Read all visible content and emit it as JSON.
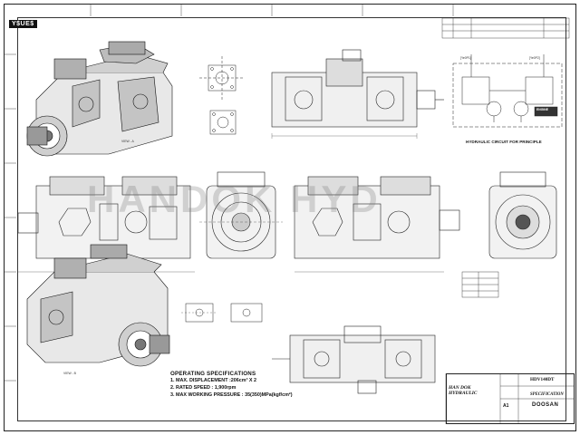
{
  "sheet": {
    "logo_top_left": "Y$UE$",
    "hydraulic_circuit_title": "HYDRAULIC CIRCUIT FOR PRINCIPLE",
    "circuit_tags": {
      "left": "[Ye0P1]",
      "right": "[Ye0P2]",
      "engine": "ENGINE"
    },
    "watermark": "HANDOK HYD",
    "view_labels": {
      "top_iso": "VIEW - A",
      "bottom_iso": "VIEW - B"
    },
    "colors": {
      "line": "#222222",
      "background": "#ffffff"
    }
  },
  "specifications": {
    "title": "OPERATING SPECIFICATIONS",
    "lines": [
      "1. MAX. DISPLACEMENT :206cm³ X 2",
      "2. RATED SPEED : 1,900rpm",
      "3. MAX WORKING PRESSURE : 35(350)MPa(kgf/cm²)"
    ]
  },
  "title_block": {
    "company_line1": "HAN DOK",
    "company_line2": "HYDRAULIC",
    "model": "HDV140DT",
    "drawing_title": "SPECIFICATION",
    "scale": "A1",
    "client": "DOOSAN"
  }
}
